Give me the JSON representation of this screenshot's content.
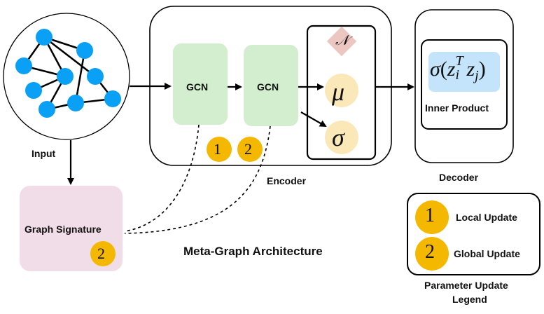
{
  "title": "Meta-Graph Architecture",
  "input": {
    "label": "Input",
    "graph": {
      "nodes": [
        {
          "id": "n1"
        },
        {
          "id": "n2"
        },
        {
          "id": "n3"
        },
        {
          "id": "n4"
        },
        {
          "id": "n5"
        },
        {
          "id": "n6"
        },
        {
          "id": "n7"
        },
        {
          "id": "n8"
        },
        {
          "id": "n9"
        }
      ],
      "edges": [
        [
          "n1",
          "n2"
        ],
        [
          "n1",
          "n3"
        ],
        [
          "n1",
          "n4"
        ],
        [
          "n1",
          "n5"
        ],
        [
          "n3",
          "n4"
        ],
        [
          "n4",
          "n6"
        ],
        [
          "n4",
          "n7"
        ],
        [
          "n7",
          "n8"
        ],
        [
          "n2",
          "n8"
        ],
        [
          "n8",
          "n9"
        ],
        [
          "n5",
          "n9"
        ]
      ],
      "node_color": "#0aa0f5"
    }
  },
  "graph_signature": {
    "label": "Graph Signature",
    "badge": "2",
    "fill": "#f1dde8"
  },
  "encoder": {
    "label": "Encoder",
    "gcn_layers": [
      {
        "label": "GCN"
      },
      {
        "label": "GCN"
      }
    ],
    "badges": [
      "1",
      "2"
    ],
    "latent": {
      "distribution_symbol": "𝒩",
      "mu_symbol": "μ",
      "sigma_symbol": "σ"
    },
    "gcn_fill": "#d3eecf",
    "latent_fill": "#fbe8b9",
    "dist_fill": "#ecc7c2"
  },
  "decoder": {
    "label": "Decoder",
    "formula": "σ(zᵢᵀ zⱼ)",
    "formula_parts": {
      "sigma": "σ",
      "open": "(",
      "z1": "z",
      "sub1": "i",
      "sup": "T",
      "z2": "z",
      "sub2": "j",
      "close": ")"
    },
    "inner_label": "Inner Product",
    "formula_fill": "#c3e4fa"
  },
  "legend": {
    "title_line1": "Parameter Update",
    "title_line2": "Legend",
    "items": [
      {
        "badge": "1",
        "label": "Local Update"
      },
      {
        "badge": "2",
        "label": "Global Update"
      }
    ],
    "badge_color": "#f5b800"
  }
}
